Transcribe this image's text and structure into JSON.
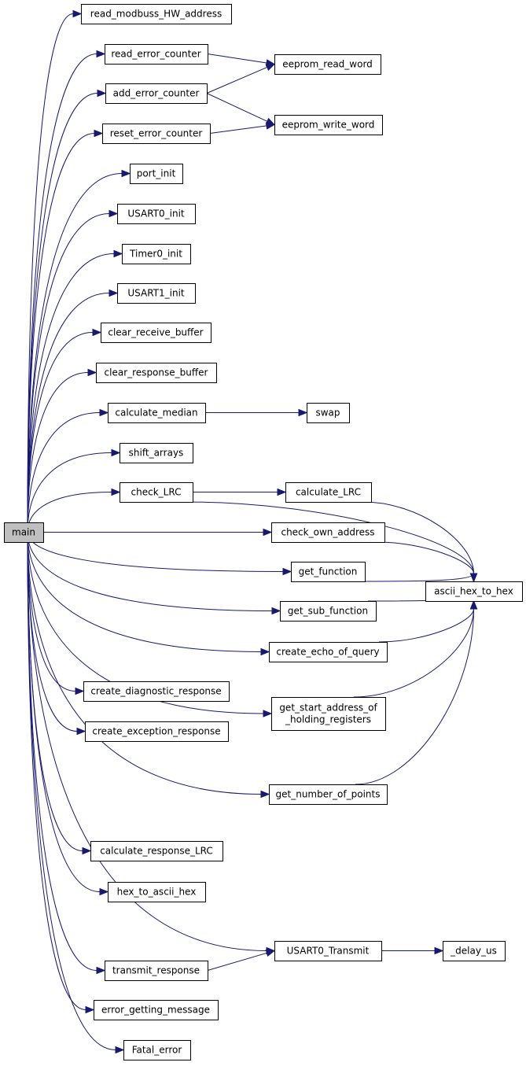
{
  "nodes": [
    {
      "id": "main",
      "label": "main",
      "root": true
    },
    {
      "id": "read_modbuss_HW_address",
      "label": "read_modbuss_HW_address"
    },
    {
      "id": "read_error_counter",
      "label": "read_error_counter"
    },
    {
      "id": "add_error_counter",
      "label": "add_error_counter"
    },
    {
      "id": "reset_error_counter",
      "label": "reset_error_counter"
    },
    {
      "id": "port_init",
      "label": "port_init"
    },
    {
      "id": "USART0_init",
      "label": "USART0_init"
    },
    {
      "id": "Timer0_init",
      "label": "Timer0_init"
    },
    {
      "id": "USART1_init",
      "label": "USART1_init"
    },
    {
      "id": "clear_receive_buffer",
      "label": "clear_receive_buffer"
    },
    {
      "id": "clear_response_buffer",
      "label": "clear_response_buffer"
    },
    {
      "id": "calculate_median",
      "label": "calculate_median"
    },
    {
      "id": "shift_arrays",
      "label": "shift_arrays"
    },
    {
      "id": "check_LRC",
      "label": "check_LRC"
    },
    {
      "id": "create_diagnostic_response",
      "label": "create_diagnostic_response"
    },
    {
      "id": "create_exception_response",
      "label": "create_exception_response"
    },
    {
      "id": "calculate_response_LRC",
      "label": "calculate_response_LRC"
    },
    {
      "id": "hex_to_ascii_hex",
      "label": "hex_to_ascii_hex"
    },
    {
      "id": "transmit_response",
      "label": "transmit_response"
    },
    {
      "id": "error_getting_message",
      "label": "error_getting_message"
    },
    {
      "id": "Fatal_error",
      "label": "Fatal_error"
    },
    {
      "id": "eeprom_read_word",
      "label": "eeprom_read_word"
    },
    {
      "id": "eeprom_write_word",
      "label": "eeprom_write_word"
    },
    {
      "id": "swap",
      "label": "swap"
    },
    {
      "id": "calculate_LRC",
      "label": "calculate_LRC"
    },
    {
      "id": "check_own_address",
      "label": "check_own_address"
    },
    {
      "id": "get_function",
      "label": "get_function"
    },
    {
      "id": "get_sub_function",
      "label": "get_sub_function"
    },
    {
      "id": "create_echo_of_query",
      "label": "create_echo_of_query"
    },
    {
      "id": "get_start_address_of_holding_registers",
      "label": "get_start_address_of\n_holding_registers"
    },
    {
      "id": "get_number_of_points",
      "label": "get_number_of_points"
    },
    {
      "id": "USART0_Transmit",
      "label": "USART0_Transmit"
    },
    {
      "id": "ascii_hex_to_hex",
      "label": "ascii_hex_to_hex"
    },
    {
      "id": "_delay_us",
      "label": "_delay_us"
    }
  ],
  "edges": [
    [
      "main",
      "read_modbuss_HW_address"
    ],
    [
      "main",
      "read_error_counter"
    ],
    [
      "main",
      "add_error_counter"
    ],
    [
      "main",
      "reset_error_counter"
    ],
    [
      "main",
      "port_init"
    ],
    [
      "main",
      "USART0_init"
    ],
    [
      "main",
      "Timer0_init"
    ],
    [
      "main",
      "USART1_init"
    ],
    [
      "main",
      "clear_receive_buffer"
    ],
    [
      "main",
      "clear_response_buffer"
    ],
    [
      "main",
      "calculate_median"
    ],
    [
      "main",
      "shift_arrays"
    ],
    [
      "main",
      "check_LRC"
    ],
    [
      "main",
      "check_own_address"
    ],
    [
      "main",
      "get_function"
    ],
    [
      "main",
      "get_sub_function"
    ],
    [
      "main",
      "create_echo_of_query"
    ],
    [
      "main",
      "create_diagnostic_response"
    ],
    [
      "main",
      "create_exception_response"
    ],
    [
      "main",
      "get_start_address_of_holding_registers"
    ],
    [
      "main",
      "get_number_of_points"
    ],
    [
      "main",
      "calculate_response_LRC"
    ],
    [
      "main",
      "hex_to_ascii_hex"
    ],
    [
      "main",
      "USART0_Transmit"
    ],
    [
      "main",
      "transmit_response"
    ],
    [
      "main",
      "error_getting_message"
    ],
    [
      "main",
      "Fatal_error"
    ],
    [
      "read_error_counter",
      "eeprom_read_word"
    ],
    [
      "add_error_counter",
      "eeprom_read_word"
    ],
    [
      "add_error_counter",
      "eeprom_write_word"
    ],
    [
      "reset_error_counter",
      "eeprom_write_word"
    ],
    [
      "calculate_median",
      "swap"
    ],
    [
      "check_LRC",
      "calculate_LRC"
    ],
    [
      "check_LRC",
      "ascii_hex_to_hex"
    ],
    [
      "calculate_LRC",
      "ascii_hex_to_hex"
    ],
    [
      "check_own_address",
      "ascii_hex_to_hex"
    ],
    [
      "get_function",
      "ascii_hex_to_hex"
    ],
    [
      "get_sub_function",
      "ascii_hex_to_hex"
    ],
    [
      "create_echo_of_query",
      "ascii_hex_to_hex"
    ],
    [
      "get_start_address_of_holding_registers",
      "ascii_hex_to_hex"
    ],
    [
      "get_number_of_points",
      "ascii_hex_to_hex"
    ],
    [
      "transmit_response",
      "USART0_Transmit"
    ],
    [
      "USART0_Transmit",
      "_delay_us"
    ]
  ]
}
